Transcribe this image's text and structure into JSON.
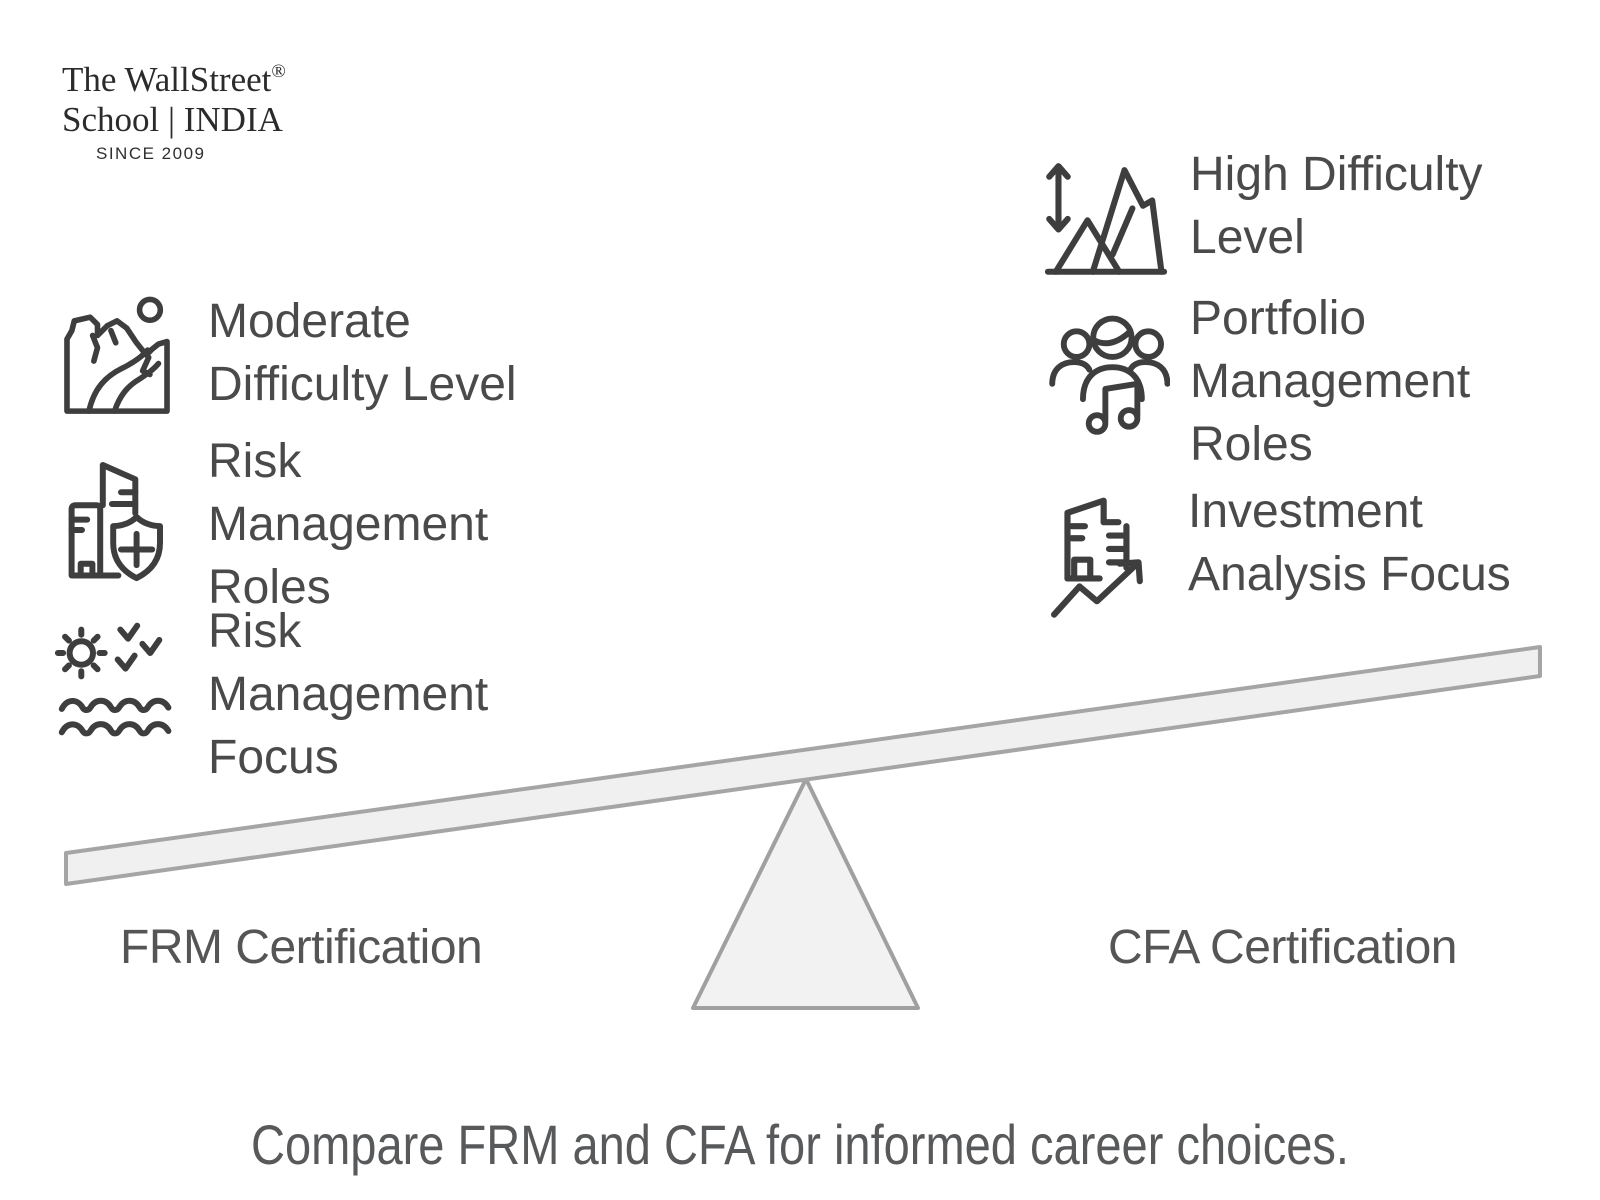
{
  "brand": {
    "name_line1": "The WallStreet",
    "registered_mark": "®",
    "name_line2": "School | INDIA",
    "tagline": "SINCE 2009"
  },
  "comparison": {
    "left": {
      "certification_label": "FRM Certification",
      "items": [
        {
          "icon": "rocky-terrain-icon",
          "label": "Moderate\nDifficulty Level"
        },
        {
          "icon": "building-shield-icon",
          "label": "Risk\nManagement\nRoles"
        },
        {
          "icon": "sun-sea-waves-icon",
          "label": "Risk\nManagement\nFocus"
        }
      ]
    },
    "right": {
      "certification_label": "CFA Certification",
      "items": [
        {
          "icon": "height-arrow-mountains-icon",
          "label": "High Difficulty\nLevel"
        },
        {
          "icon": "team-music-note-icon",
          "label": "Portfolio\nManagement\nRoles"
        },
        {
          "icon": "building-growth-chart-icon",
          "label": "Investment\nAnalysis Focus"
        }
      ]
    }
  },
  "caption": "Compare FRM and CFA for informed career choices.",
  "colors": {
    "icon_stroke": "#3e3e3e",
    "item_text": "#4a4a4a",
    "certification_text": "#555555",
    "caption_text": "#58595b",
    "plank_fill": "#f0f0f0",
    "plank_border": "#a5a5a5",
    "fulcrum_fill": "#f2f2f2",
    "fulcrum_border": "#a0a0a0"
  }
}
